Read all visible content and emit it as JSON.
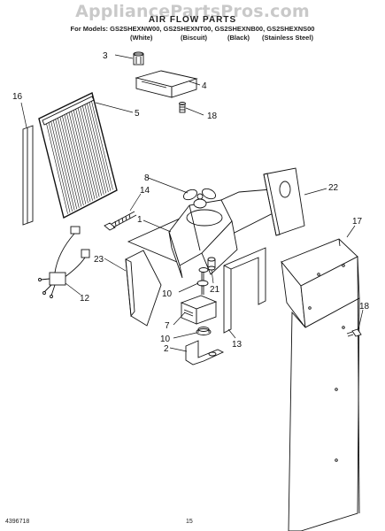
{
  "watermark": "AppliancePartsPros.com",
  "header": {
    "title": "AIR FLOW PARTS",
    "models_line": "For Models: GS2SHEXNW00, GS2SHEXNT00, GS2SHEXNB00, GS2SHEXNS00",
    "colors": [
      "(White)",
      "(Biscuit)",
      "(Black)",
      "(Stainless Steel)"
    ]
  },
  "callouts": [
    "1",
    "2",
    "3",
    "4",
    "5",
    "7",
    "8",
    "10",
    "10",
    "12",
    "13",
    "14",
    "16",
    "17",
    "18",
    "18",
    "21",
    "22",
    "23"
  ],
  "footer": {
    "doc_number": "4396718",
    "page": "15"
  }
}
